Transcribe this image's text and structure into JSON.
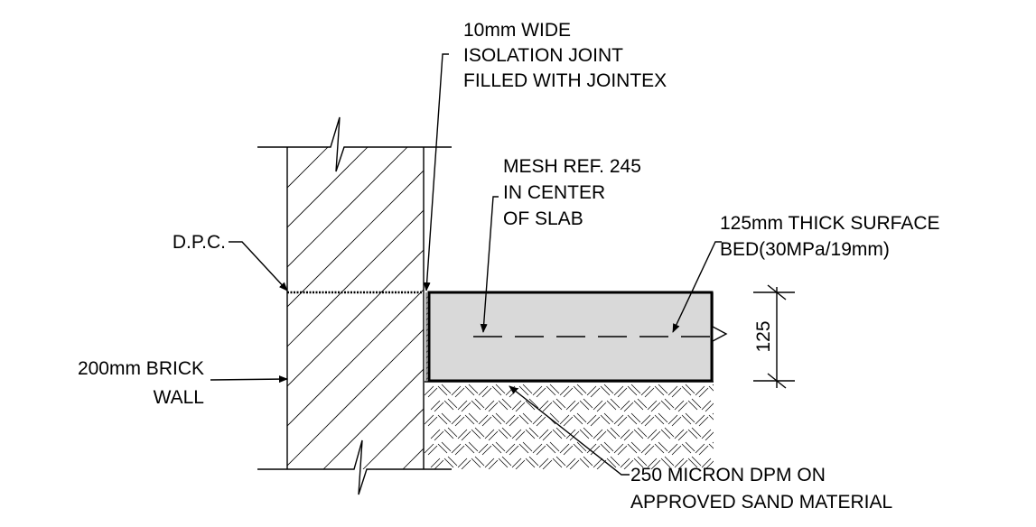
{
  "labels": {
    "joint": [
      "10mm WIDE",
      "ISOLATION JOINT",
      "FILLED WITH JOINTEX"
    ],
    "mesh": [
      "MESH REF. 245",
      "IN CENTER",
      "OF SLAB"
    ],
    "slab": [
      "125mm THICK SURFACE",
      "BED(30MPa/19mm)"
    ],
    "dpc": "D.P.C.",
    "wall": [
      "200mm BRICK",
      "WALL"
    ],
    "dpm": [
      "250 MICRON DPM ON",
      "APPROVED SAND MATERIAL"
    ]
  },
  "dimension": {
    "value": "125"
  },
  "colors": {
    "slab_fill": "#d9d9d9",
    "line": "#000000"
  }
}
